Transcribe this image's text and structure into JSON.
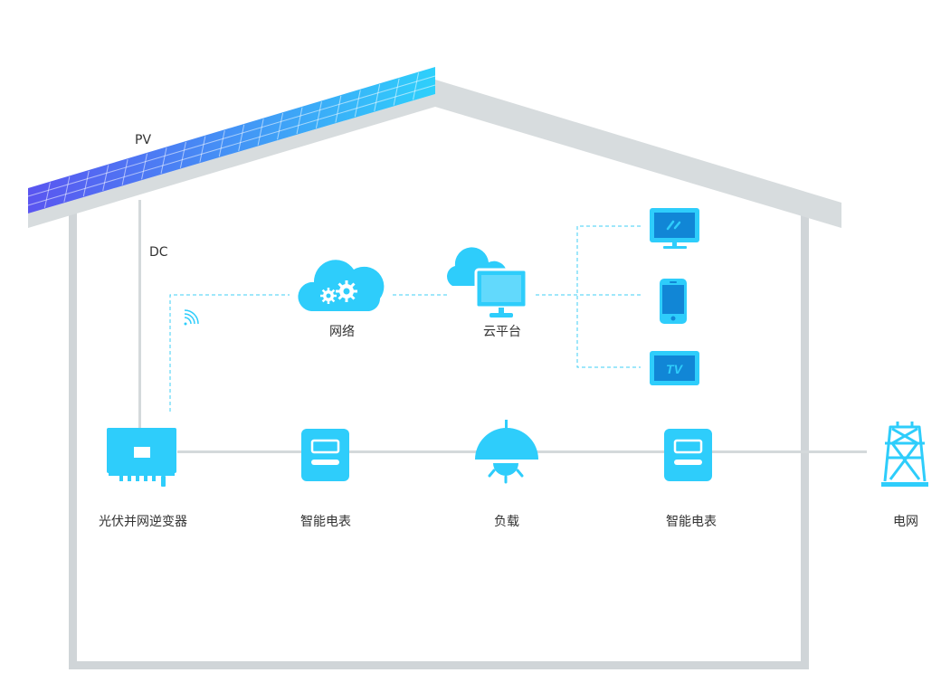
{
  "labels": {
    "pv": "PV",
    "dc": "DC",
    "network": "网络",
    "cloud_platform": "云平台",
    "inverter": "光伏并网逆变器",
    "meter_1": "智能电表",
    "load": "负载",
    "meter_2": "智能电表",
    "grid": "电网"
  },
  "devices": {
    "tv_label": "TV"
  },
  "colors": {
    "accent": "#2ecdfb",
    "accent_dark": "#1186d6",
    "solar_start": "#5a55f0",
    "solar_end": "#2ed0fb",
    "house": "#d7dcde",
    "line": "#d4d9db",
    "dash": "#3fcff5"
  }
}
